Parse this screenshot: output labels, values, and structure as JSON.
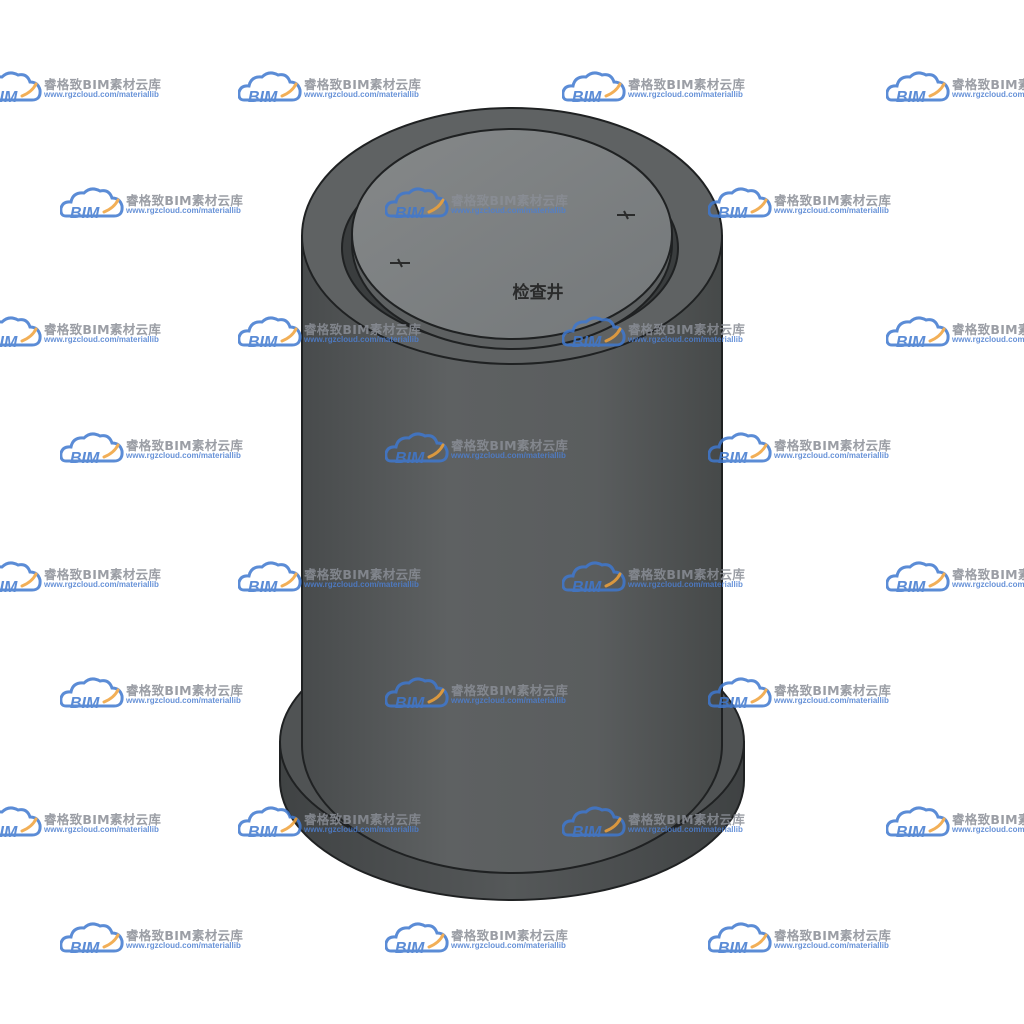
{
  "lid_text": "检查井",
  "watermark": {
    "logo_text": "BIM",
    "brand_name": "睿格致BIM素材云库",
    "url": "www.rgzcloud.com/materiallib",
    "cloud_color": "#3f78cf",
    "accent_color": "#f0a23a"
  },
  "colors": {
    "body": "#5b5e5f",
    "body_dark": "#3e4142",
    "lid": "#7b7f80",
    "base": "#4d5051"
  }
}
